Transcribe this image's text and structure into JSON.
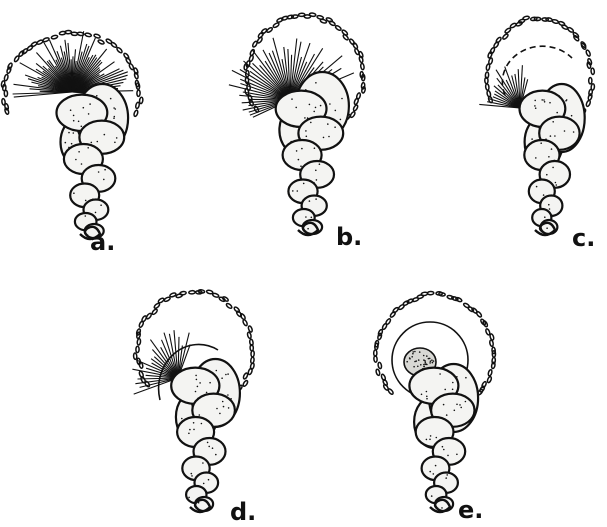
{
  "figure": {
    "panels": [
      {
        "id": "a",
        "label": "a."
      },
      {
        "id": "b",
        "label": "b."
      },
      {
        "id": "c",
        "label": "c."
      },
      {
        "id": "d",
        "label": "d."
      },
      {
        "id": "e",
        "label": "e."
      }
    ]
  },
  "colors": {
    "ink": "#111111",
    "background": "#ffffff",
    "shell_fill": "#f4f4f2"
  }
}
